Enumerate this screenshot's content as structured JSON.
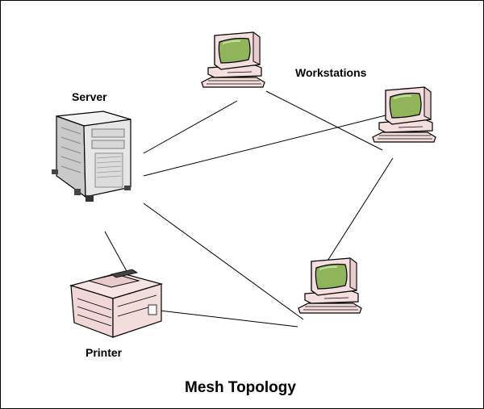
{
  "title": "Mesh Topology",
  "labels": {
    "server": "Server",
    "workstations": "Workstations",
    "printer": "Printer"
  },
  "nodes": [
    {
      "id": "server",
      "icon": "server-tower-icon"
    },
    {
      "id": "workstation-top",
      "icon": "computer-workstation-icon"
    },
    {
      "id": "workstation-right",
      "icon": "computer-workstation-icon"
    },
    {
      "id": "workstation-bottom",
      "icon": "computer-workstation-icon"
    },
    {
      "id": "printer",
      "icon": "laser-printer-icon"
    }
  ],
  "connections": [
    [
      "server",
      "workstation-top"
    ],
    [
      "server",
      "workstation-right"
    ],
    [
      "server",
      "workstation-bottom"
    ],
    [
      "server",
      "printer"
    ],
    [
      "workstation-top",
      "workstation-right"
    ],
    [
      "workstation-right",
      "workstation-bottom"
    ],
    [
      "printer",
      "workstation-bottom"
    ]
  ],
  "colors": {
    "monitor_bezel": "#f5dede",
    "screen": "#8fb45a",
    "server_body": "#e4e4e4",
    "printer_body": "#f3dcdc"
  }
}
